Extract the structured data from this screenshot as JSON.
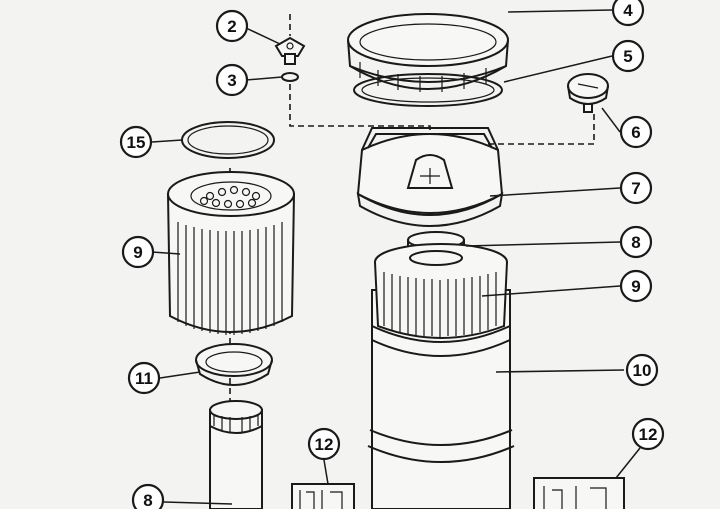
{
  "callouts": [
    {
      "id": "c4",
      "label": "4"
    },
    {
      "id": "c2",
      "label": "2"
    },
    {
      "id": "c5",
      "label": "5"
    },
    {
      "id": "c3",
      "label": "3"
    },
    {
      "id": "c6",
      "label": "6"
    },
    {
      "id": "c15",
      "label": "15"
    },
    {
      "id": "c7",
      "label": "7"
    },
    {
      "id": "c9a",
      "label": "9"
    },
    {
      "id": "c8a",
      "label": "8"
    },
    {
      "id": "c9b",
      "label": "9"
    },
    {
      "id": "c11",
      "label": "11"
    },
    {
      "id": "c10",
      "label": "10"
    },
    {
      "id": "c12a",
      "label": "12"
    },
    {
      "id": "c12b",
      "label": "12"
    },
    {
      "id": "c8b",
      "label": "8"
    }
  ]
}
